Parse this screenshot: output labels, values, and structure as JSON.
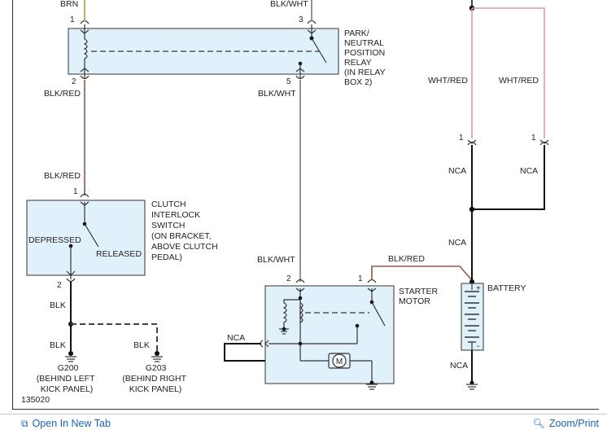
{
  "diagram_id": "135020",
  "wire_labels": {
    "brn": "BRN",
    "blkwht_top": "BLK/WHT",
    "blkred_relay": "BLK/RED",
    "blkwht_relay": "BLK/WHT",
    "blkred_clutch": "BLK/RED",
    "blk_clutch": "BLK",
    "blk_g200": "BLK",
    "blk_g203": "BLK",
    "blkwht_starter": "BLK/WHT",
    "blkred_starter": "BLK/RED",
    "nca_starter": "NCA",
    "whtred_left": "WHT/RED",
    "whtred_right": "WHT/RED",
    "nca_left": "NCA",
    "nca_right": "NCA",
    "nca_mid": "NCA",
    "nca_batt": "NCA"
  },
  "pins": {
    "relay_1": "1",
    "relay_2": "2",
    "relay_3": "3",
    "relay_5": "5",
    "clutch_1": "1",
    "clutch_2": "2",
    "starter_2": "2",
    "starter_1": "1",
    "conn_left_1": "1",
    "conn_right_1": "1"
  },
  "components": {
    "relay": [
      "PARK/",
      "NEUTRAL",
      "POSITION",
      "RELAY",
      "(IN RELAY",
      "BOX 2)"
    ],
    "clutch": [
      "CLUTCH",
      "INTERLOCK",
      "SWITCH",
      "(ON BRACKET,",
      "ABOVE CLUTCH",
      "PEDAL)"
    ],
    "clutch_depressed": "DEPRESSED",
    "clutch_released": "RELEASED",
    "starter": [
      "STARTER",
      "MOTOR"
    ],
    "motor_symbol": "M",
    "battery": "BATTERY",
    "battery_plus": "+",
    "battery_minus": "-",
    "g200": [
      "G200",
      "(BEHIND LEFT",
      "KICK PANEL)"
    ],
    "g203": [
      "G203",
      "(BEHIND RIGHT",
      "KICK PANEL)"
    ]
  },
  "footer": {
    "open_tab": "Open In New Tab",
    "open_tab_icon": "external-link-icon",
    "zoom": "Zoom/Print",
    "zoom_icon": "magnifier-icon"
  },
  "colors": {
    "component_fill": "#e1f1fb",
    "wire_brn": "#8b5a48",
    "wire_whtred": "#e29a9a",
    "wire_blkwht": "#7a7a7a",
    "link": "#1a64b4"
  }
}
